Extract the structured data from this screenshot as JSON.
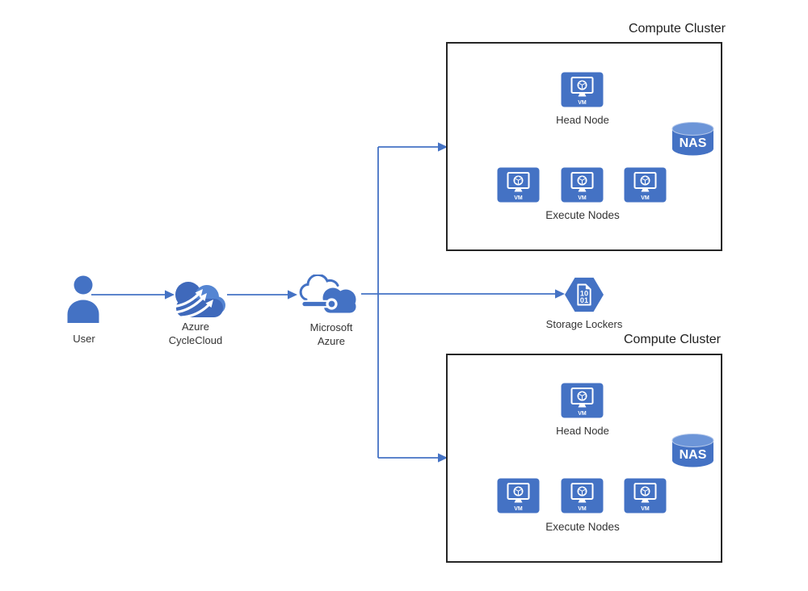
{
  "colors": {
    "primary_blue": "#4472C4",
    "cloud_dark_blue": "#3F69BB",
    "cloud_light_blue": "#5585D2",
    "box_border": "#262626",
    "label_text": "#333333"
  },
  "flow": {
    "user": {
      "label": "User"
    },
    "azure_cyclecloud": {
      "line1": "Azure",
      "line2": "CycleCloud"
    },
    "microsoft_azure": {
      "line1": "Microsoft",
      "line2": "Azure"
    },
    "storage_lockers": {
      "label": "Storage Lockers",
      "binary_top": "10",
      "binary_bottom": "01"
    }
  },
  "vm_badge": "VM",
  "clusters": [
    {
      "title": "Compute Cluster",
      "head_node_label": "Head Node",
      "execute_nodes_label": "Execute Nodes",
      "nas_label": "NAS"
    },
    {
      "title": "Compute Cluster",
      "head_node_label": "Head Node",
      "execute_nodes_label": "Execute Nodes",
      "nas_label": "NAS"
    }
  ]
}
